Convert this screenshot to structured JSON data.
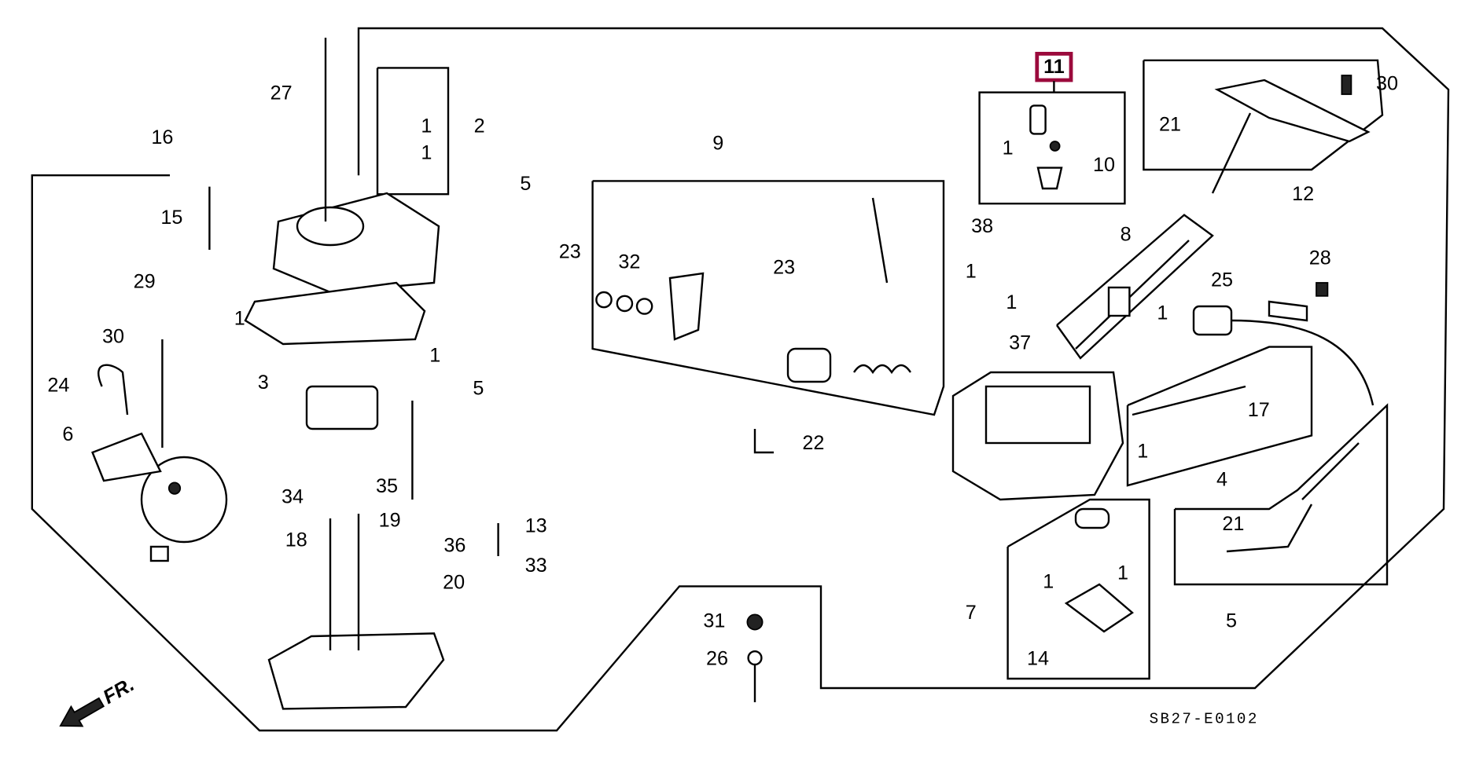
{
  "diagram": {
    "code": "SB27-E0102",
    "front_marker": "FR.",
    "highlighted_callout": "11",
    "highlight_color": "#9b0a3c",
    "callouts": [
      "27",
      "2",
      "1",
      "1",
      "16",
      "15",
      "29",
      "5",
      "23",
      "1",
      "30",
      "24",
      "3",
      "1",
      "5",
      "6",
      "34",
      "35",
      "19",
      "18",
      "36",
      "13",
      "33",
      "20",
      "9",
      "32",
      "23",
      "22",
      "11",
      "1",
      "10",
      "38",
      "1",
      "1",
      "37",
      "8",
      "21",
      "30",
      "12",
      "28",
      "25",
      "1",
      "17",
      "1",
      "4",
      "21",
      "5",
      "7",
      "1",
      "1",
      "14",
      "31",
      "26"
    ]
  }
}
